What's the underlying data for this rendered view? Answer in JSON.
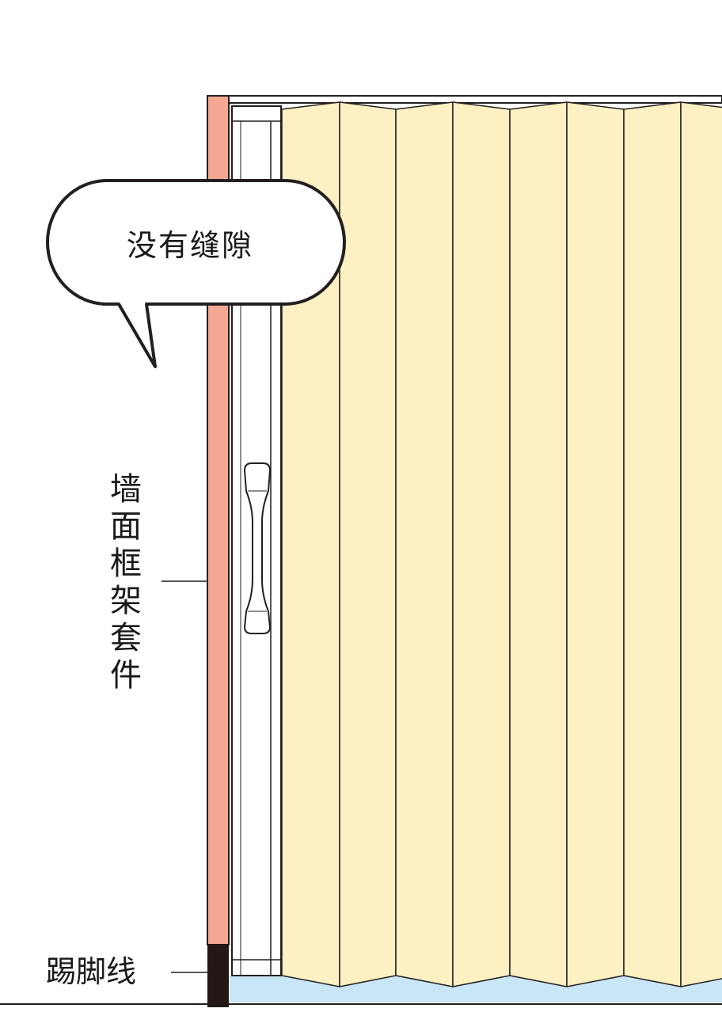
{
  "callout": {
    "text": "没有缝隙"
  },
  "labels": {
    "wall_frame_kit": "墙面框架套件",
    "baseboard": "踢脚线"
  },
  "colors": {
    "door_panel": "#fdf0c2",
    "wall_frame": "#f4a893",
    "baseboard": "#231815",
    "floor": "#c9e6f7",
    "outline": "#231f20"
  }
}
